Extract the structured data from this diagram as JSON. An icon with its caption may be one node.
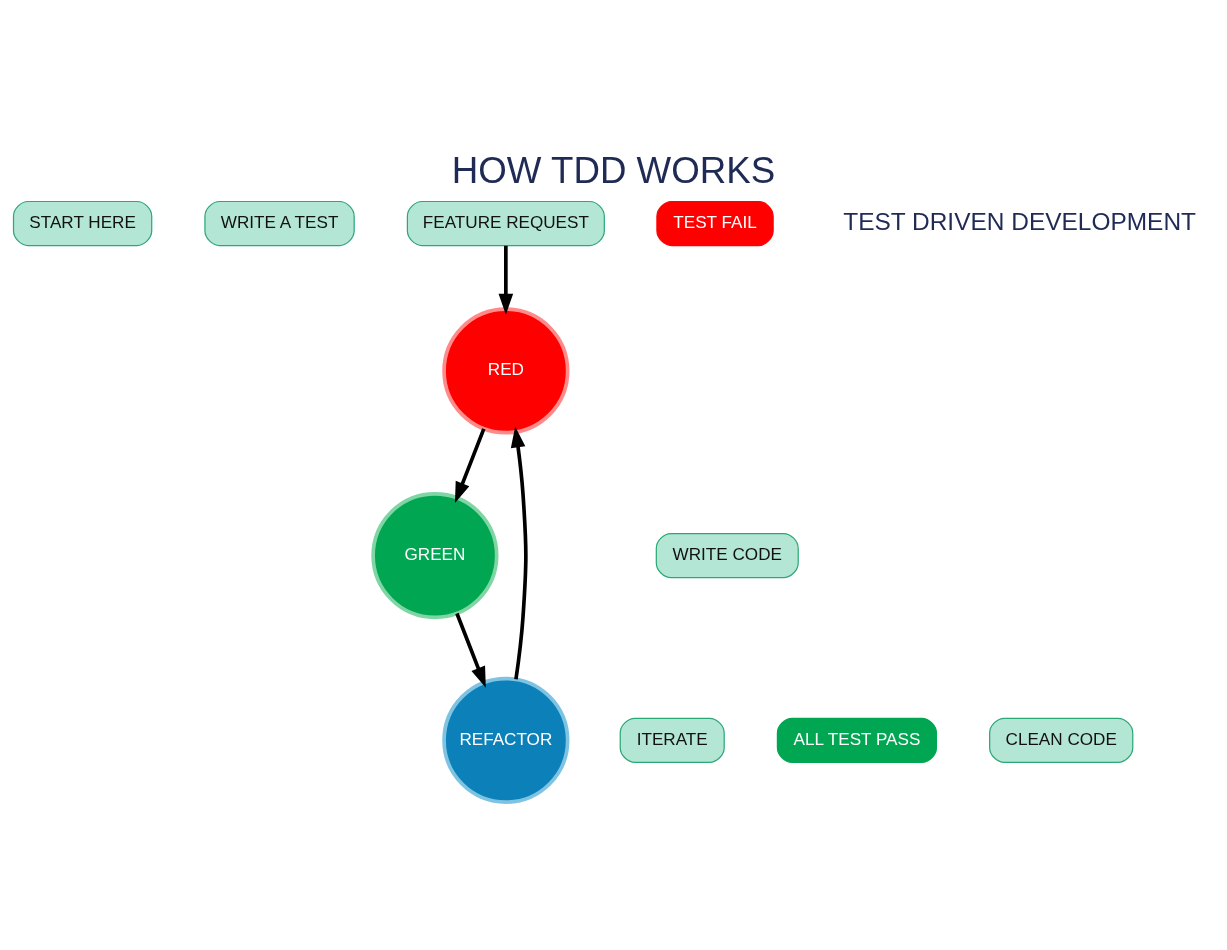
{
  "diagram": {
    "title": "HOW TDD WORKS",
    "nodes": [
      {
        "text": [
          "START HERE"
        ]
      },
      {
        "text": [
          "WRITE A TEST"
        ]
      },
      {
        "text": [
          "FEATURE REQUEST"
        ]
      },
      {
        "text": [
          "TEST FAIL"
        ]
      },
      {
        "text": [
          "RED"
        ]
      },
      {
        "text": [
          "GREEN"
        ]
      },
      {
        "text": [
          "WRITE CODE"
        ]
      },
      {
        "text": [
          "ITERATE"
        ]
      },
      {
        "text": [
          "ALL TEST PASS"
        ]
      },
      {
        "text": [
          "REFACTOR"
        ]
      },
      {
        "text": [
          "CLEAN CODE"
        ]
      }
    ],
    "edges": [
      {
        "from": 2,
        "to": 4,
        "arrow": "to"
      },
      {
        "from": 4,
        "to": 5,
        "arrow": "to"
      },
      {
        "from": 5,
        "to": 9,
        "arrow": "to"
      },
      {
        "from": 9,
        "to": 4,
        "arrow": "to"
      }
    ],
    "labels": [
      "TEST DRIVEN DEVELOPMENT"
    ]
  }
}
